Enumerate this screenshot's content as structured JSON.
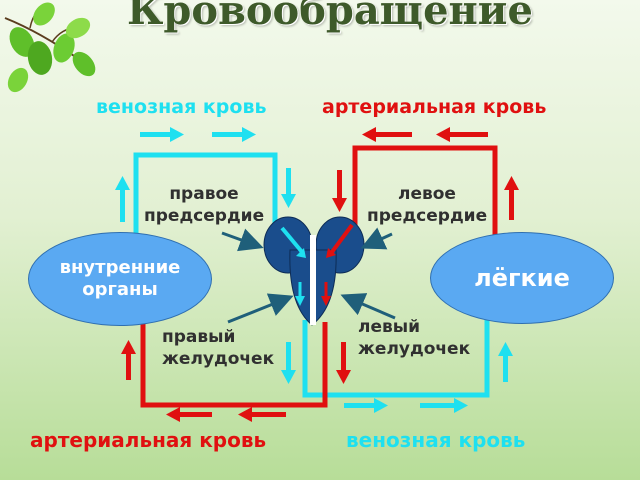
{
  "title": "Кровообращение",
  "labels": {
    "venous_top": "венозная кровь",
    "arterial_top": "артериальная кровь",
    "arterial_bottom": "артериальная кровь",
    "venous_bottom": "венозная кровь"
  },
  "chambers": {
    "right_atrium": "правое предсердие",
    "left_atrium": "левое предсердие",
    "right_ventricle": "правый желудочек",
    "left_ventricle": "левый желудочек"
  },
  "organs": {
    "internal": "внутренние органы",
    "lungs": "лёгкие"
  },
  "colors": {
    "venous": "#1ee0f0",
    "arterial": "#e01010",
    "heart": "#1a4d8c",
    "organ": "#5aa9f2",
    "pointer": "#1f5f7a"
  },
  "icons": {
    "decoration": "leaves-icon"
  }
}
